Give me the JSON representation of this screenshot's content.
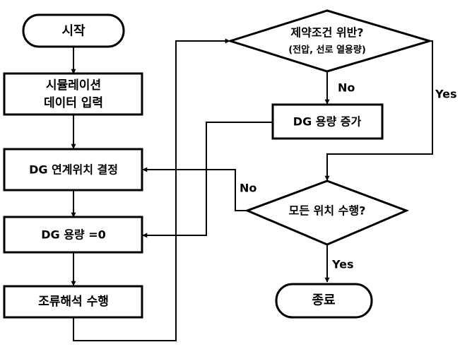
{
  "diagram": {
    "nodes": {
      "start": {
        "label": "시작"
      },
      "sim_input": {
        "line1": "시뮬레이션",
        "line2": "데이터 입력"
      },
      "dg_location": {
        "label": "DG 연계위치 결정"
      },
      "dg_zero": {
        "label": "DG 용량 =0"
      },
      "power_flow": {
        "label": "조류해석 수행"
      },
      "constraint_check": {
        "line1": "제약조건 위반?",
        "line2": "(전압, 선로 열용량)"
      },
      "dg_increase": {
        "label": "DG 용량 증가"
      },
      "all_locations": {
        "label": "모든 위치 수행?"
      },
      "end": {
        "label": "종료"
      }
    },
    "edge_labels": {
      "constraint_no": "No",
      "constraint_yes": "Yes",
      "all_no": "No",
      "all_yes": "Yes"
    }
  }
}
